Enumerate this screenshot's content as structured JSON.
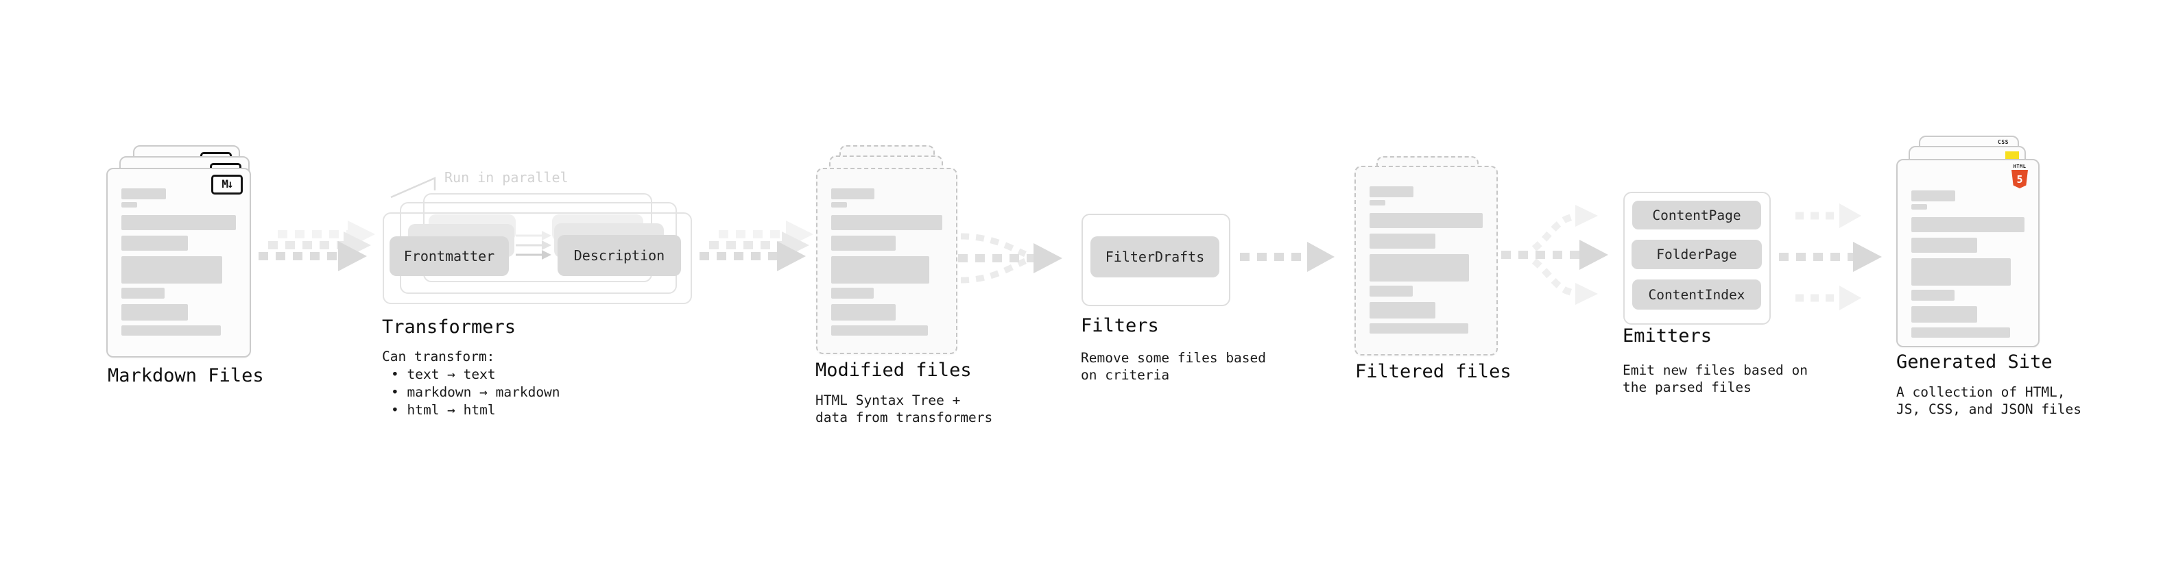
{
  "icons": {
    "markdown_badge": "M↓",
    "html5_label": "HTML",
    "html5_number": "5",
    "css_label": "CSS"
  },
  "colors": {
    "html5_orange": "#e44d26",
    "css_blue": "#2965f1",
    "js_yellow": "#f7df1e",
    "bar_gray": "#d9d9d9",
    "pill_gray": "#d9d9d9"
  },
  "markdown_files": {
    "label": "Markdown Files"
  },
  "transformers": {
    "label": "Transformers",
    "annotation": "Run in parallel",
    "pill_left": "Frontmatter",
    "pill_right": "Description",
    "desc_title": "Can transform:",
    "bullets": [
      "• text → text",
      "• markdown → markdown",
      "• html → html"
    ]
  },
  "modified_files": {
    "label": "Modified files",
    "desc": [
      "HTML Syntax Tree +",
      "data from transformers"
    ]
  },
  "filters": {
    "label": "Filters",
    "pill": "FilterDrafts",
    "desc": [
      "Remove some files based",
      "on criteria"
    ]
  },
  "filtered_files": {
    "label": "Filtered files"
  },
  "emitters": {
    "label": "Emitters",
    "pills": [
      "ContentPage",
      "FolderPage",
      "ContentIndex"
    ],
    "desc": [
      "Emit new files based on",
      "the parsed files"
    ]
  },
  "generated_site": {
    "label": "Generated Site",
    "desc": [
      "A collection of HTML,",
      "JS, CSS, and JSON files"
    ]
  }
}
